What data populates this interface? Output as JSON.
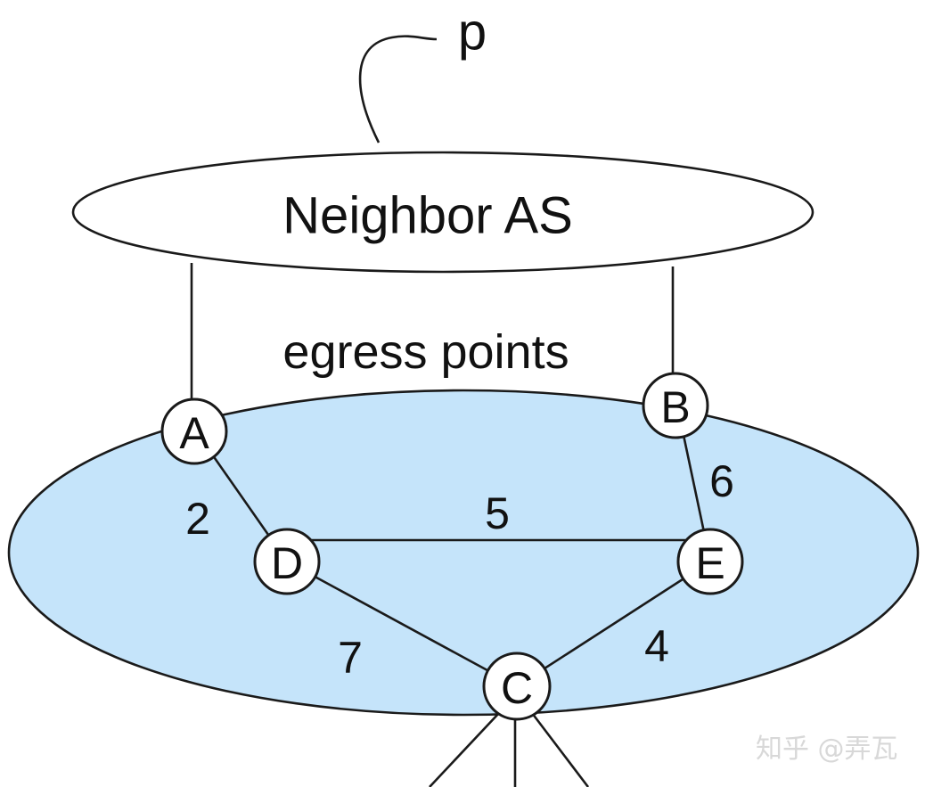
{
  "prefix_label": "p",
  "neighbor_as_label": "Neighbor AS",
  "egress_label": "egress points",
  "watermark": "知乎 @弄瓦",
  "colors": {
    "as_fill": "#c5e4fa",
    "stroke": "#1a1a1a",
    "node_fill": "#ffffff"
  },
  "nodes": {
    "A": "A",
    "B": "B",
    "C": "C",
    "D": "D",
    "E": "E"
  },
  "edges": {
    "A_D": "2",
    "D_E": "5",
    "B_E": "6",
    "D_C": "7",
    "E_C": "4"
  }
}
